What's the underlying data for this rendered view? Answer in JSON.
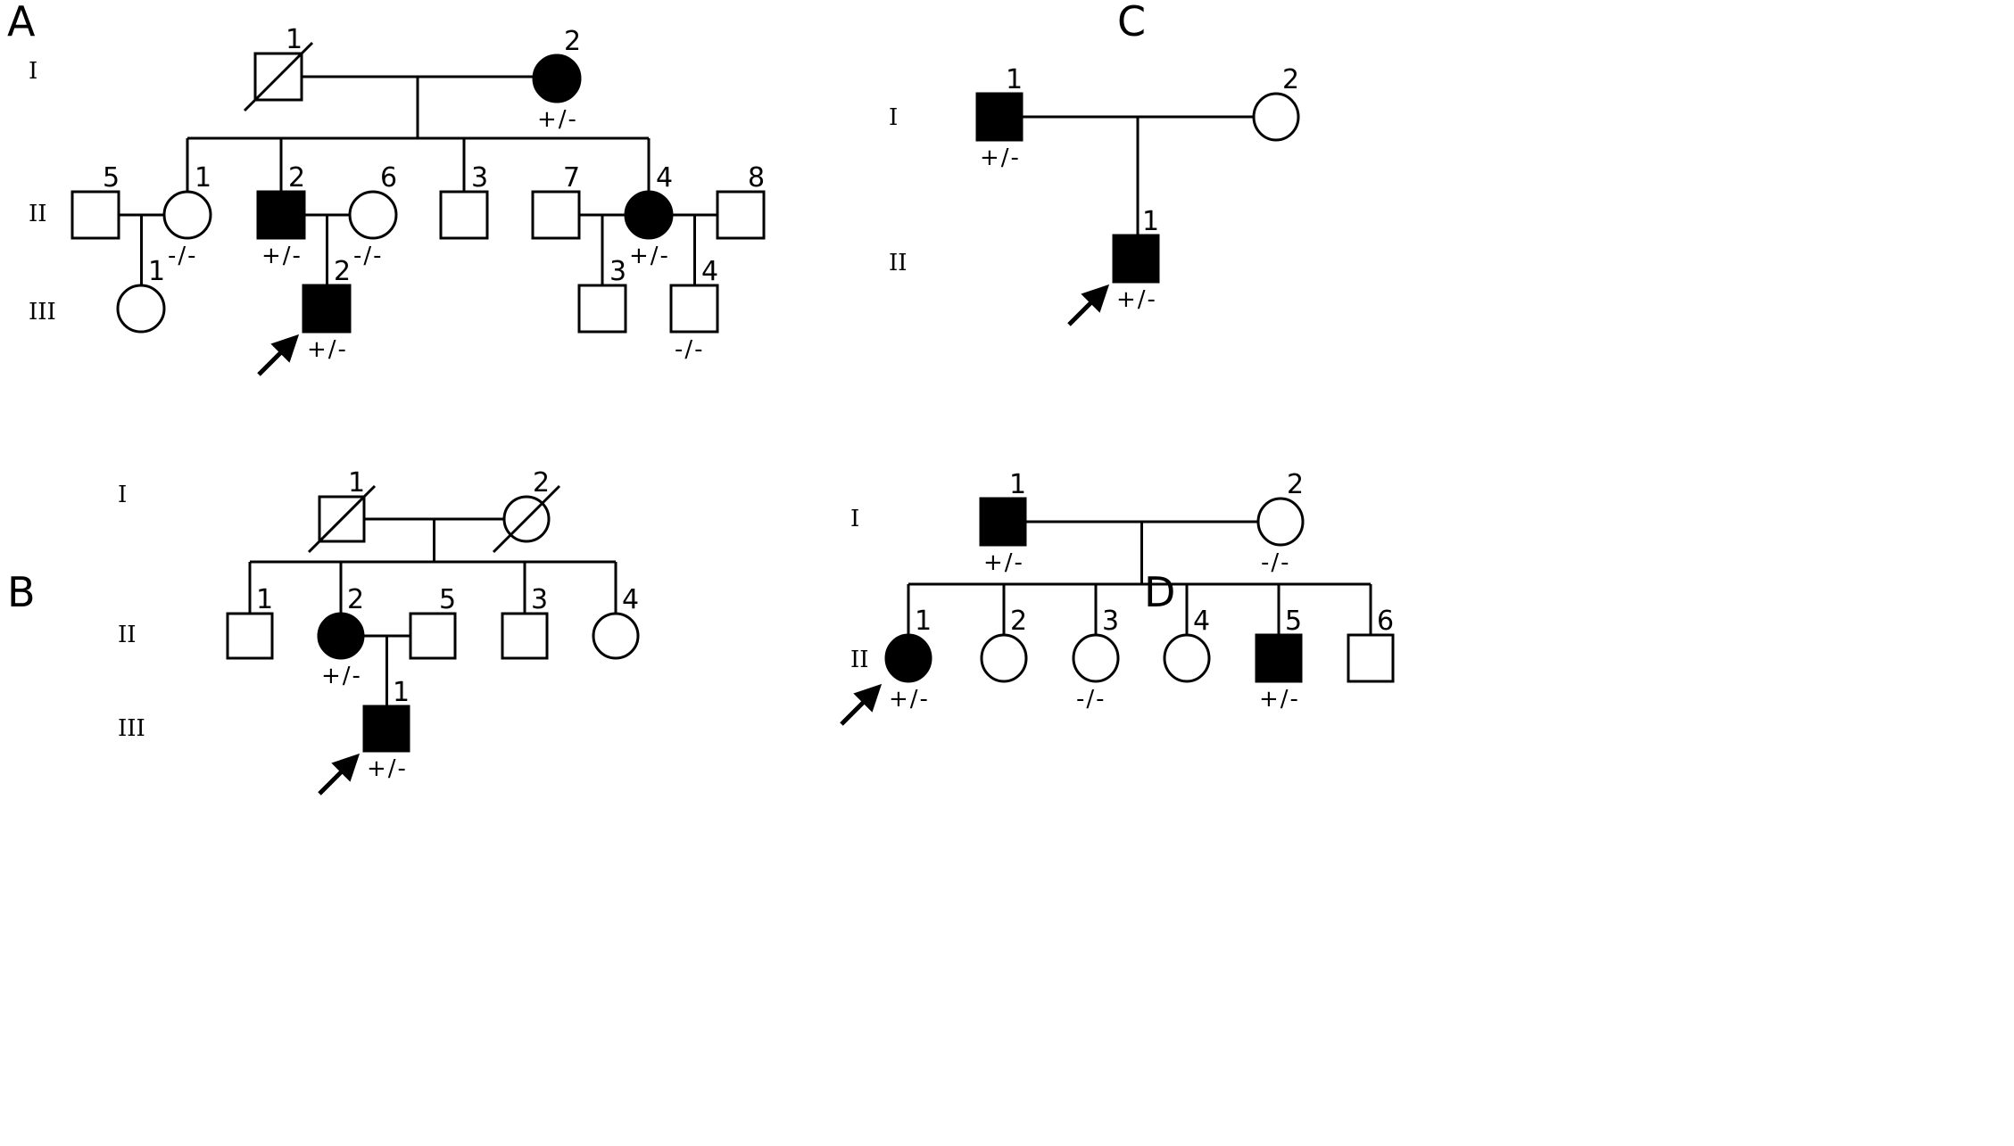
{
  "figure": {
    "type": "pedigree-charts",
    "legend_symbols": {
      "square": "male",
      "circle": "female",
      "filled": "affected",
      "slash": "deceased",
      "arrow": "proband"
    },
    "colors": {
      "ink": "#000000",
      "background": "#ffffff"
    }
  },
  "panels": [
    {
      "letter": "A",
      "generations": [
        "I",
        "II",
        "III"
      ],
      "individuals": [
        {
          "id": "A-I-1",
          "generation": "I",
          "number": "1",
          "sex": "male",
          "affected": false,
          "deceased": true,
          "proband": false,
          "genotype": ""
        },
        {
          "id": "A-I-2",
          "generation": "I",
          "number": "2",
          "sex": "female",
          "affected": true,
          "deceased": false,
          "proband": false,
          "genotype": "+/-"
        },
        {
          "id": "A-II-5",
          "generation": "II",
          "number": "5",
          "sex": "male",
          "affected": false,
          "deceased": false,
          "proband": false,
          "genotype": ""
        },
        {
          "id": "A-II-1",
          "generation": "II",
          "number": "1",
          "sex": "female",
          "affected": false,
          "deceased": false,
          "proband": false,
          "genotype": "-/-"
        },
        {
          "id": "A-II-2",
          "generation": "II",
          "number": "2",
          "sex": "male",
          "affected": true,
          "deceased": false,
          "proband": false,
          "genotype": "+/-"
        },
        {
          "id": "A-II-6",
          "generation": "II",
          "number": "6",
          "sex": "female",
          "affected": false,
          "deceased": false,
          "proband": false,
          "genotype": "-/-"
        },
        {
          "id": "A-II-3",
          "generation": "II",
          "number": "3",
          "sex": "male",
          "affected": false,
          "deceased": false,
          "proband": false,
          "genotype": ""
        },
        {
          "id": "A-II-7",
          "generation": "II",
          "number": "7",
          "sex": "male",
          "affected": false,
          "deceased": false,
          "proband": false,
          "genotype": ""
        },
        {
          "id": "A-II-4",
          "generation": "II",
          "number": "4",
          "sex": "female",
          "affected": true,
          "deceased": false,
          "proband": false,
          "genotype": "+/-"
        },
        {
          "id": "A-II-8",
          "generation": "II",
          "number": "8",
          "sex": "male",
          "affected": false,
          "deceased": false,
          "proband": false,
          "genotype": ""
        },
        {
          "id": "A-III-1",
          "generation": "III",
          "number": "1",
          "sex": "female",
          "affected": false,
          "deceased": false,
          "proband": false,
          "genotype": ""
        },
        {
          "id": "A-III-2",
          "generation": "III",
          "number": "2",
          "sex": "male",
          "affected": true,
          "deceased": false,
          "proband": true,
          "genotype": "+/-"
        },
        {
          "id": "A-III-3",
          "generation": "III",
          "number": "3",
          "sex": "male",
          "affected": false,
          "deceased": false,
          "proband": false,
          "genotype": ""
        },
        {
          "id": "A-III-4",
          "generation": "III",
          "number": "4",
          "sex": "male",
          "affected": false,
          "deceased": false,
          "proband": false,
          "genotype": "-/-"
        }
      ],
      "matings": [
        {
          "partners": [
            "A-I-1",
            "A-I-2"
          ],
          "children": [
            "A-II-1",
            "A-II-2",
            "A-II-3",
            "A-II-4"
          ]
        },
        {
          "partners": [
            "A-II-5",
            "A-II-1"
          ],
          "children": [
            "A-III-1"
          ]
        },
        {
          "partners": [
            "A-II-2",
            "A-II-6"
          ],
          "children": [
            "A-III-2"
          ]
        },
        {
          "partners": [
            "A-II-7",
            "A-II-4"
          ],
          "children": [
            "A-III-3"
          ]
        },
        {
          "partners": [
            "A-II-4",
            "A-II-8"
          ],
          "children": [
            "A-III-4"
          ]
        }
      ]
    },
    {
      "letter": "B",
      "generations": [
        "I",
        "II",
        "III"
      ],
      "individuals": [
        {
          "id": "B-I-1",
          "generation": "I",
          "number": "1",
          "sex": "male",
          "affected": false,
          "deceased": true,
          "proband": false,
          "genotype": ""
        },
        {
          "id": "B-I-2",
          "generation": "I",
          "number": "2",
          "sex": "female",
          "affected": false,
          "deceased": true,
          "proband": false,
          "genotype": ""
        },
        {
          "id": "B-II-1",
          "generation": "II",
          "number": "1",
          "sex": "male",
          "affected": false,
          "deceased": false,
          "proband": false,
          "genotype": ""
        },
        {
          "id": "B-II-2",
          "generation": "II",
          "number": "2",
          "sex": "female",
          "affected": true,
          "deceased": false,
          "proband": false,
          "genotype": "+/-"
        },
        {
          "id": "B-II-5",
          "generation": "II",
          "number": "5",
          "sex": "male",
          "affected": false,
          "deceased": false,
          "proband": false,
          "genotype": ""
        },
        {
          "id": "B-II-3",
          "generation": "II",
          "number": "3",
          "sex": "male",
          "affected": false,
          "deceased": false,
          "proband": false,
          "genotype": ""
        },
        {
          "id": "B-II-4",
          "generation": "II",
          "number": "4",
          "sex": "female",
          "affected": false,
          "deceased": false,
          "proband": false,
          "genotype": ""
        },
        {
          "id": "B-III-1",
          "generation": "III",
          "number": "1",
          "sex": "male",
          "affected": true,
          "deceased": false,
          "proband": true,
          "genotype": "+/-"
        }
      ],
      "matings": [
        {
          "partners": [
            "B-I-1",
            "B-I-2"
          ],
          "children": [
            "B-II-1",
            "B-II-2",
            "B-II-3",
            "B-II-4"
          ]
        },
        {
          "partners": [
            "B-II-2",
            "B-II-5"
          ],
          "children": [
            "B-III-1"
          ]
        }
      ]
    },
    {
      "letter": "C",
      "generations": [
        "I",
        "II"
      ],
      "individuals": [
        {
          "id": "C-I-1",
          "generation": "I",
          "number": "1",
          "sex": "male",
          "affected": true,
          "deceased": false,
          "proband": false,
          "genotype": "+/-"
        },
        {
          "id": "C-I-2",
          "generation": "I",
          "number": "2",
          "sex": "female",
          "affected": false,
          "deceased": false,
          "proband": false,
          "genotype": ""
        },
        {
          "id": "C-II-1",
          "generation": "II",
          "number": "1",
          "sex": "male",
          "affected": true,
          "deceased": false,
          "proband": true,
          "genotype": "+/-"
        }
      ],
      "matings": [
        {
          "partners": [
            "C-I-1",
            "C-I-2"
          ],
          "children": [
            "C-II-1"
          ]
        }
      ]
    },
    {
      "letter": "D",
      "generations": [
        "I",
        "II"
      ],
      "individuals": [
        {
          "id": "D-I-1",
          "generation": "I",
          "number": "1",
          "sex": "male",
          "affected": true,
          "deceased": false,
          "proband": false,
          "genotype": "+/-"
        },
        {
          "id": "D-I-2",
          "generation": "I",
          "number": "2",
          "sex": "female",
          "affected": false,
          "deceased": false,
          "proband": false,
          "genotype": "-/-"
        },
        {
          "id": "D-II-1",
          "generation": "II",
          "number": "1",
          "sex": "female",
          "affected": true,
          "deceased": false,
          "proband": true,
          "genotype": "+/-"
        },
        {
          "id": "D-II-2",
          "generation": "II",
          "number": "2",
          "sex": "female",
          "affected": false,
          "deceased": false,
          "proband": false,
          "genotype": ""
        },
        {
          "id": "D-II-3",
          "generation": "II",
          "number": "3",
          "sex": "female",
          "affected": false,
          "deceased": false,
          "proband": false,
          "genotype": "-/-"
        },
        {
          "id": "D-II-4",
          "generation": "II",
          "number": "4",
          "sex": "female",
          "affected": false,
          "deceased": false,
          "proband": false,
          "genotype": ""
        },
        {
          "id": "D-II-5",
          "generation": "II",
          "number": "5",
          "sex": "male",
          "affected": true,
          "deceased": false,
          "proband": false,
          "genotype": "+/-"
        },
        {
          "id": "D-II-6",
          "generation": "II",
          "number": "6",
          "sex": "male",
          "affected": false,
          "deceased": false,
          "proband": false,
          "genotype": ""
        }
      ],
      "matings": [
        {
          "partners": [
            "D-I-1",
            "D-I-2"
          ],
          "children": [
            "D-II-1",
            "D-II-2",
            "D-II-3",
            "D-II-4",
            "D-II-5",
            "D-II-6"
          ]
        }
      ]
    }
  ]
}
